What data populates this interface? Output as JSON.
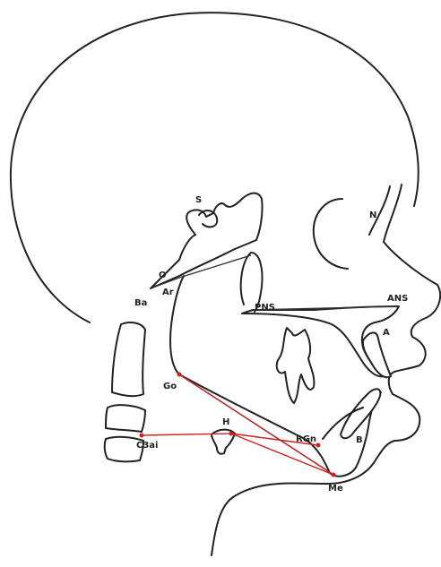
{
  "colors": {
    "outline": "#222222",
    "red_line": "#cc2222",
    "background": "#ffffff"
  },
  "landmarks": {
    "S": "S",
    "N": "N",
    "O": "O",
    "Ar": "Ar",
    "Ba": "Ba",
    "PNS": "PNS",
    "ANS": "ANS",
    "A": "A",
    "Go": "Go",
    "H": "H",
    "C3ai": "C3ai",
    "RGn": "RGn",
    "B": "B",
    "Me": "Me"
  }
}
